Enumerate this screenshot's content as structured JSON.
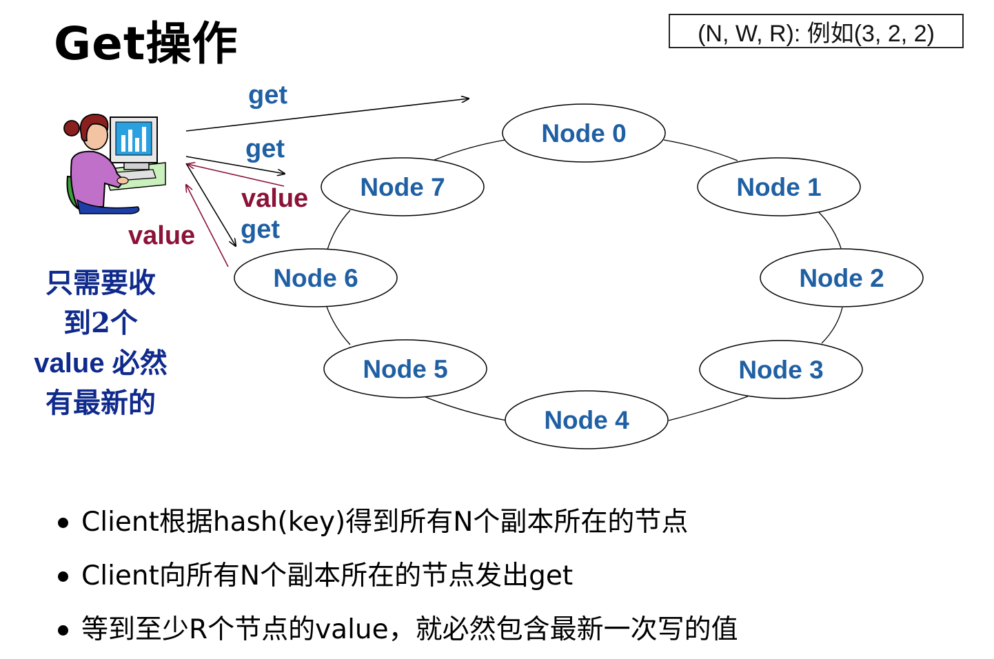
{
  "title": "Get操作",
  "params_box": "(N, W, R): 例如(3, 2, 2)",
  "nodes": [
    "Node 0",
    "Node 1",
    "Node 2",
    "Node 3",
    "Node 4",
    "Node 5",
    "Node 6",
    "Node 7"
  ],
  "arrows": {
    "get_top": "get",
    "get_middle": "get",
    "get_bottom": "get",
    "value_upper": "value",
    "value_lower": "value"
  },
  "note_lines": [
    "只需要收",
    "到2个",
    "value 必然",
    "有最新的"
  ],
  "bullets": [
    "Client根据hash(key)得到所有N个副本所在的节点",
    "Client向所有N个副本所在的节点发出get",
    "等到至少R个节点的value，就必然包含最新一次写的值"
  ],
  "icons": {
    "client": "client-at-computer-icon"
  },
  "colors": {
    "node_text": "#1f5fa3",
    "get_text": "#1f5fa3",
    "value_text": "#8b1238",
    "note_text": "#0f2a8c"
  }
}
